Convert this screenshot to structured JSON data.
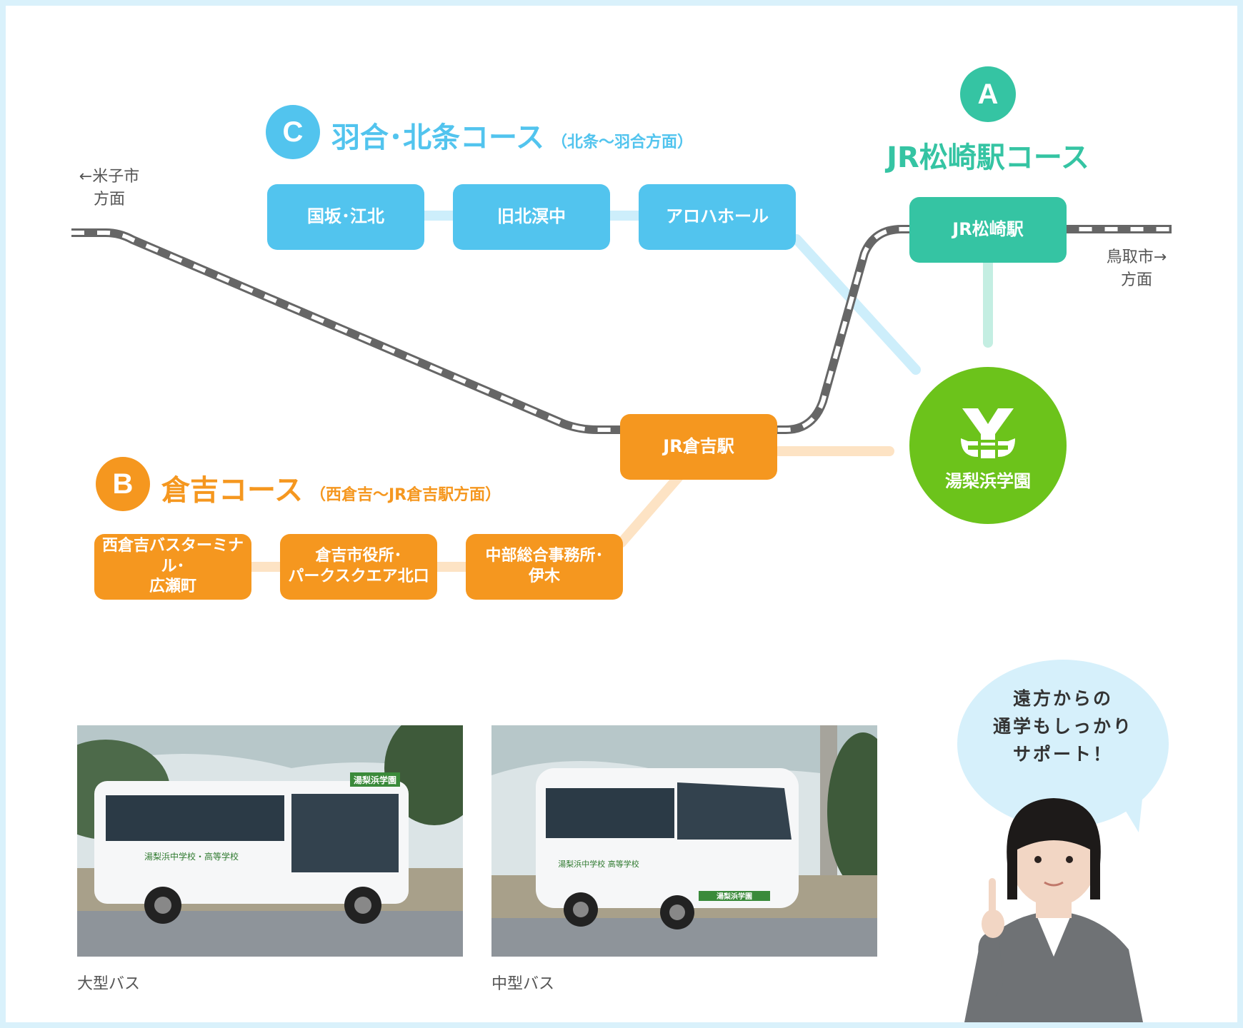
{
  "course_c": {
    "badge": "C",
    "title": "羽合･北条コース",
    "subtitle": "（北条〜羽合方面）",
    "stops": [
      "国坂･江北",
      "旧北溟中",
      "アロハホール"
    ],
    "color": "#52c4ee"
  },
  "course_a": {
    "badge": "A",
    "title": "JR松崎駅コース",
    "stop": "JR松崎駅",
    "color": "#35c4a3"
  },
  "course_b": {
    "badge": "B",
    "title": "倉吉コース",
    "subtitle": "（西倉吉〜JR倉吉駅方面）",
    "station": "JR倉吉駅",
    "stops": [
      {
        "line1": "西倉吉バスターミナル･",
        "line2": "広瀬町"
      },
      {
        "line1": "倉吉市役所･",
        "line2": "パークスクエア北口"
      },
      {
        "line1": "中部総合事務所･",
        "line2": "伊木"
      }
    ],
    "color": "#f5971f"
  },
  "directions": {
    "west": {
      "line1": "←米子市",
      "line2": "方面"
    },
    "east": {
      "line1": "鳥取市→",
      "line2": "方面"
    }
  },
  "school": {
    "name": "湯梨浜学園",
    "color": "#6cc31b",
    "icon": "school-logo-icon"
  },
  "photos": [
    {
      "caption": "大型バス",
      "plate": "湯梨浜学園",
      "side_text": "湯梨浜中学校・高等学校"
    },
    {
      "caption": "中型バス",
      "plate": "湯梨浜学園",
      "side_text": "湯梨浜中学校 高等学校"
    }
  ],
  "speech": {
    "line1": "遠方からの",
    "line2": "通学もしっかり",
    "line3": "サポート！"
  }
}
